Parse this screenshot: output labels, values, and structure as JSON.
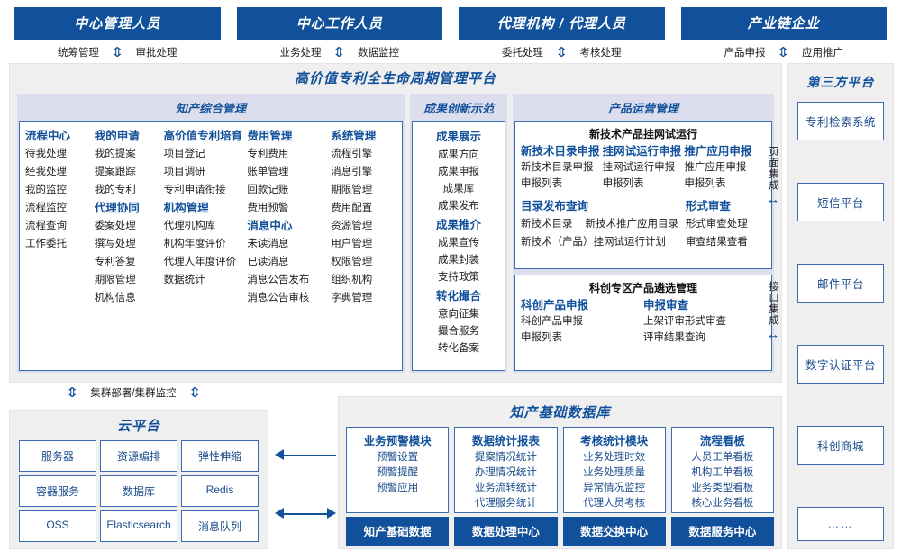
{
  "roles": [
    {
      "title": "中心管理人员",
      "actions": [
        "统筹管理",
        "审批处理"
      ]
    },
    {
      "title": "中心工作人员",
      "actions": [
        "业务处理",
        "数据监控"
      ]
    },
    {
      "title": "代理机构 / 代理人员",
      "actions": [
        "委托处理",
        "考核处理"
      ]
    },
    {
      "title": "产业链企业",
      "actions": [
        "产品申报",
        "应用推广"
      ]
    }
  ],
  "platform": {
    "title": "高价值专利全生命周期管理平台",
    "zones": [
      {
        "title": "知产综合管理",
        "columns": [
          {
            "groups": [
              {
                "header": "流程中心",
                "items": [
                  "待我处理",
                  "经我处理",
                  "我的监控",
                  "流程监控",
                  "流程查询",
                  "工作委托"
                ]
              }
            ]
          },
          {
            "groups": [
              {
                "header": "我的申请",
                "items": [
                  "我的提案",
                  "提案跟踪",
                  "我的专利"
                ]
              },
              {
                "header": "代理协同",
                "items": [
                  "委案处理",
                  "撰写处理",
                  "专利答复",
                  "期限管理",
                  "机构信息"
                ]
              }
            ]
          },
          {
            "groups": [
              {
                "header": "高价值专利培育",
                "items": [
                  "项目登记",
                  "项目调研",
                  "专利申请衔接"
                ]
              },
              {
                "header": "机构管理",
                "items": [
                  "代理机构库",
                  "机构年度评价",
                  "代理人年度评价",
                  "数据统计"
                ]
              }
            ]
          },
          {
            "groups": [
              {
                "header": "费用管理",
                "items": [
                  "专利费用",
                  "账单管理",
                  "回款记账",
                  "费用预警"
                ]
              },
              {
                "header": "消息中心",
                "items": [
                  "未读消息",
                  "已读消息",
                  "消息公告发布",
                  "消息公告审核"
                ]
              }
            ]
          },
          {
            "groups": [
              {
                "header": "系统管理",
                "items": [
                  "流程引擎",
                  "消息引擎",
                  "期限管理",
                  "费用配置",
                  "资源管理",
                  "用户管理",
                  "权限管理",
                  "组织机构",
                  "字典管理"
                ]
              }
            ]
          }
        ]
      },
      {
        "title": "成果创新示范",
        "columns": [
          {
            "groups": [
              {
                "header": "成果展示",
                "items": [
                  "成果方向",
                  "成果申报",
                  "成果库",
                  "成果发布"
                ]
              },
              {
                "header": "成果推介",
                "items": [
                  "成果宣传",
                  "成果封装",
                  "支持政策"
                ]
              },
              {
                "header": "转化撮合",
                "items": [
                  "意向征集",
                  "撮合服务",
                  "转化备案"
                ]
              }
            ]
          }
        ]
      }
    ],
    "operations": {
      "title": "产品运营管理",
      "boxes": [
        {
          "header": "新技术产品挂网试运行",
          "columns": [
            {
              "header": "新技术目录申报",
              "items": [
                "新技术目录申报",
                "申报列表"
              ]
            },
            {
              "header": "挂网试运行申报",
              "items": [
                "挂网试运行申报",
                "申报列表"
              ]
            },
            {
              "header": "推广应用申报",
              "items": [
                "推广应用申报",
                "申报列表"
              ]
            }
          ],
          "row2_left": {
            "header": "目录发布查询",
            "inline": [
              "新技术目录",
              "新技术推广应用目录"
            ],
            "items": [
              "新技术（产品）挂网试运行计划"
            ]
          },
          "row2_right": {
            "header": "形式审查",
            "items": [
              "形式审查处理",
              "审查结果查看"
            ]
          }
        },
        {
          "header": "科创专区产品遴选管理",
          "columns": [
            {
              "header": "科创产品申报",
              "items": [
                "科创产品申报",
                "申报列表"
              ]
            },
            {
              "header": "申报审查",
              "items": [
                "上架评审形式审查",
                "评审结果查询"
              ]
            }
          ]
        }
      ]
    }
  },
  "integration": [
    {
      "label": "页面集成",
      "arrow": "↔"
    },
    {
      "label": "接口集成",
      "arrow": "↔"
    }
  ],
  "third_party": {
    "title": "第三方平台",
    "items": [
      "专利检索系统",
      "短信平台",
      "邮件平台",
      "数字认证平台",
      "科创商城",
      "……"
    ]
  },
  "cluster": {
    "label": "集群部署/集群监控"
  },
  "cloud": {
    "title": "云平台",
    "cells": [
      "服务器",
      "资源编排",
      "弹性伸缩",
      "容器服务",
      "数据库",
      "Redis",
      "OSS",
      "Elasticsearch",
      "消息队列"
    ]
  },
  "database": {
    "title": "知产基础数据库",
    "columns": [
      {
        "header": "业务预警模块",
        "items": [
          "预警设置",
          "预警提醒",
          "预警应用"
        ],
        "footer": "知产基础数据"
      },
      {
        "header": "数据统计报表",
        "items": [
          "提案情况统计",
          "办理情况统计",
          "业务流转统计",
          "代理服务统计"
        ],
        "footer": "数据处理中心"
      },
      {
        "header": "考核统计模块",
        "items": [
          "业务处理时效",
          "业务处理质量",
          "异常情况监控",
          "代理人员考核"
        ],
        "footer": "数据交换中心"
      },
      {
        "header": "流程看板",
        "items": [
          "人员工单看板",
          "机构工单看板",
          "业务类型看板",
          "核心业务看板"
        ],
        "footer": "数据服务中心"
      }
    ]
  },
  "colors": {
    "brand": "#11509a",
    "border": "#3b6bb0",
    "panel": "#efefef",
    "zone": "#dcdeee"
  }
}
